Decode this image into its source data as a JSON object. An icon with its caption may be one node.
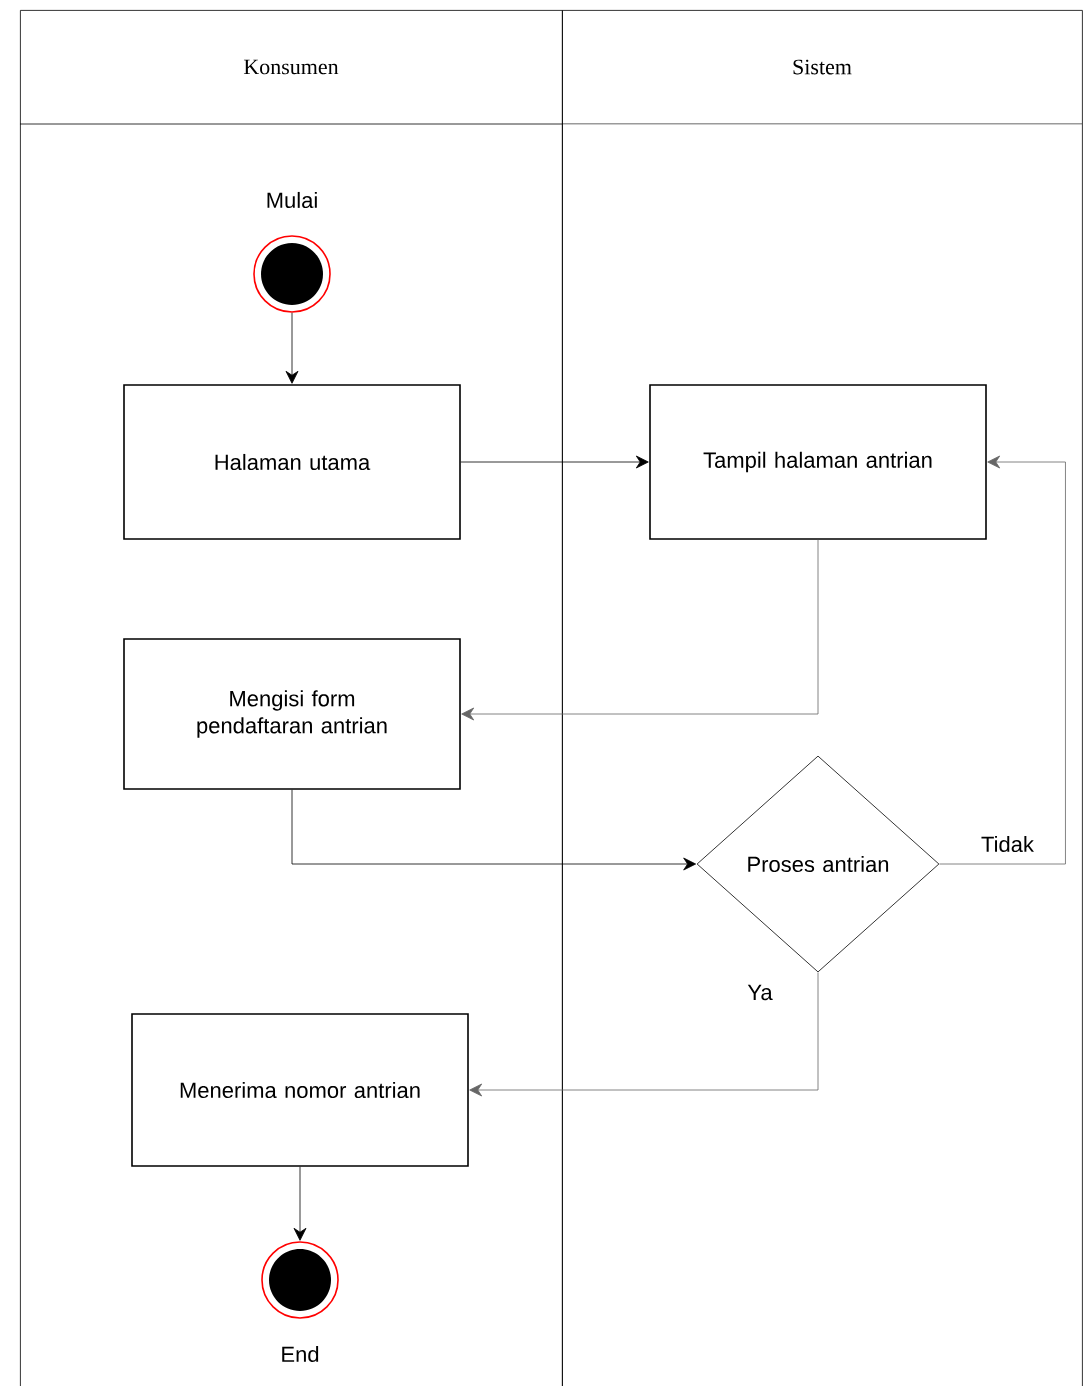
{
  "diagram": {
    "nodes": [
      {
        "text": [
          "Konsumen"
        ]
      },
      {
        "text": [
          "Sistem"
        ]
      },
      {
        "text": [],
        "shape": "circle",
        "beside": [
          "Mulai"
        ],
        "in": 0
      },
      {
        "text": [
          "Halaman utama"
        ],
        "in": 0
      },
      {
        "text": [
          "Tampil halaman antrian"
        ],
        "in": 1
      },
      {
        "text": [
          "Mengisi form pendaftaran antrian"
        ],
        "in": 0
      },
      {
        "text": [
          "Proses antrian"
        ],
        "in": 1
      },
      {
        "text": [
          "Menerima nomor antrian"
        ],
        "in": 0
      },
      {
        "text": [],
        "shape": "circle",
        "beside": [
          "End"
        ],
        "in": 0
      }
    ],
    "edges": [
      {
        "from": 2,
        "to": 3,
        "arrow": "to"
      },
      {
        "from": 3,
        "to": 4,
        "arrow": "to"
      },
      {
        "from": 4,
        "to": 5,
        "arrow": "to",
        "color": "#666666"
      },
      {
        "from": 5,
        "to": 6,
        "arrow": "to"
      },
      {
        "from": 6,
        "to": 4,
        "arrow": "to",
        "label": "Tidak",
        "color": "#666666"
      },
      {
        "from": 6,
        "to": 7,
        "arrow": "to",
        "label": "Ya",
        "color": "#666666"
      },
      {
        "from": 7,
        "to": 8,
        "arrow": "to"
      }
    ]
  }
}
